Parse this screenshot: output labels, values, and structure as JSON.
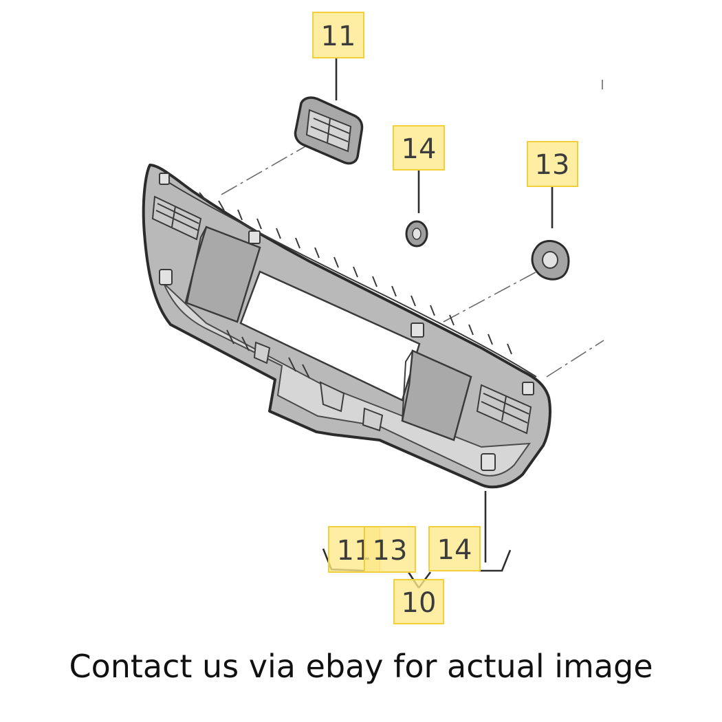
{
  "callouts": {
    "c11_top": "11",
    "c14_top": "14",
    "c13_top": "13",
    "c11_bottom": "11",
    "c13_bottom": "13",
    "c14_bottom": "14",
    "c10_bottom": "10"
  },
  "footer": {
    "caption": "Contact us via ebay for actual image"
  },
  "colors": {
    "callout_fill": "#fce98a",
    "callout_border": "#f3cf3a",
    "part_fill": "#b8b8b8",
    "part_outline": "#2b2b2b"
  }
}
